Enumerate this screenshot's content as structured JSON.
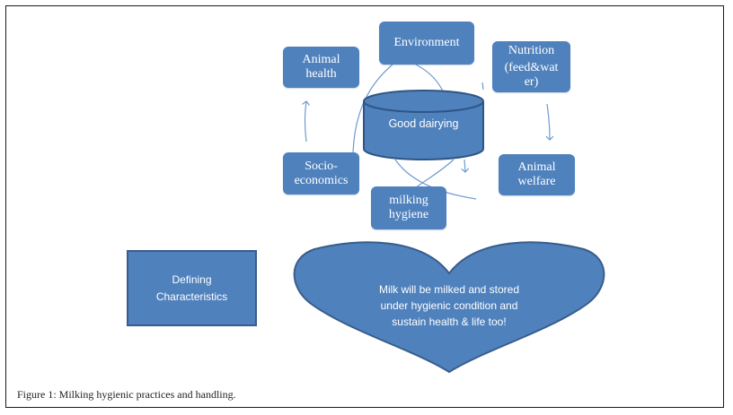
{
  "diagram": {
    "nodes": {
      "environment": "Environment",
      "animal_health": "Animal health",
      "nutrition_line1": "Nutrition",
      "nutrition_line2": "(feed&wat",
      "nutrition_line3": "er)",
      "good_dairying": "Good dairying",
      "socio_economics_line1": "Socio-",
      "socio_economics_line2": "economics",
      "animal_welfare_line1": "Animal",
      "animal_welfare_line2": "welfare",
      "milking_hygiene_line1": "milking",
      "milking_hygiene_line2": "hygiene",
      "animal_health_line1": "Animal",
      "animal_health_line2": "health",
      "defining_line1": "Defining",
      "defining_line2": "Characteristics"
    },
    "heart": {
      "line1": "Milk will be milked and stored",
      "line2": "under hygienic condition and",
      "line3": "sustain health & life too!"
    },
    "colors": {
      "fill": "#4f81bd",
      "stroke": "#385d8a",
      "connector": "#6f9bd1"
    }
  },
  "caption": "Figure 1: Milking hygienic practices and handling."
}
